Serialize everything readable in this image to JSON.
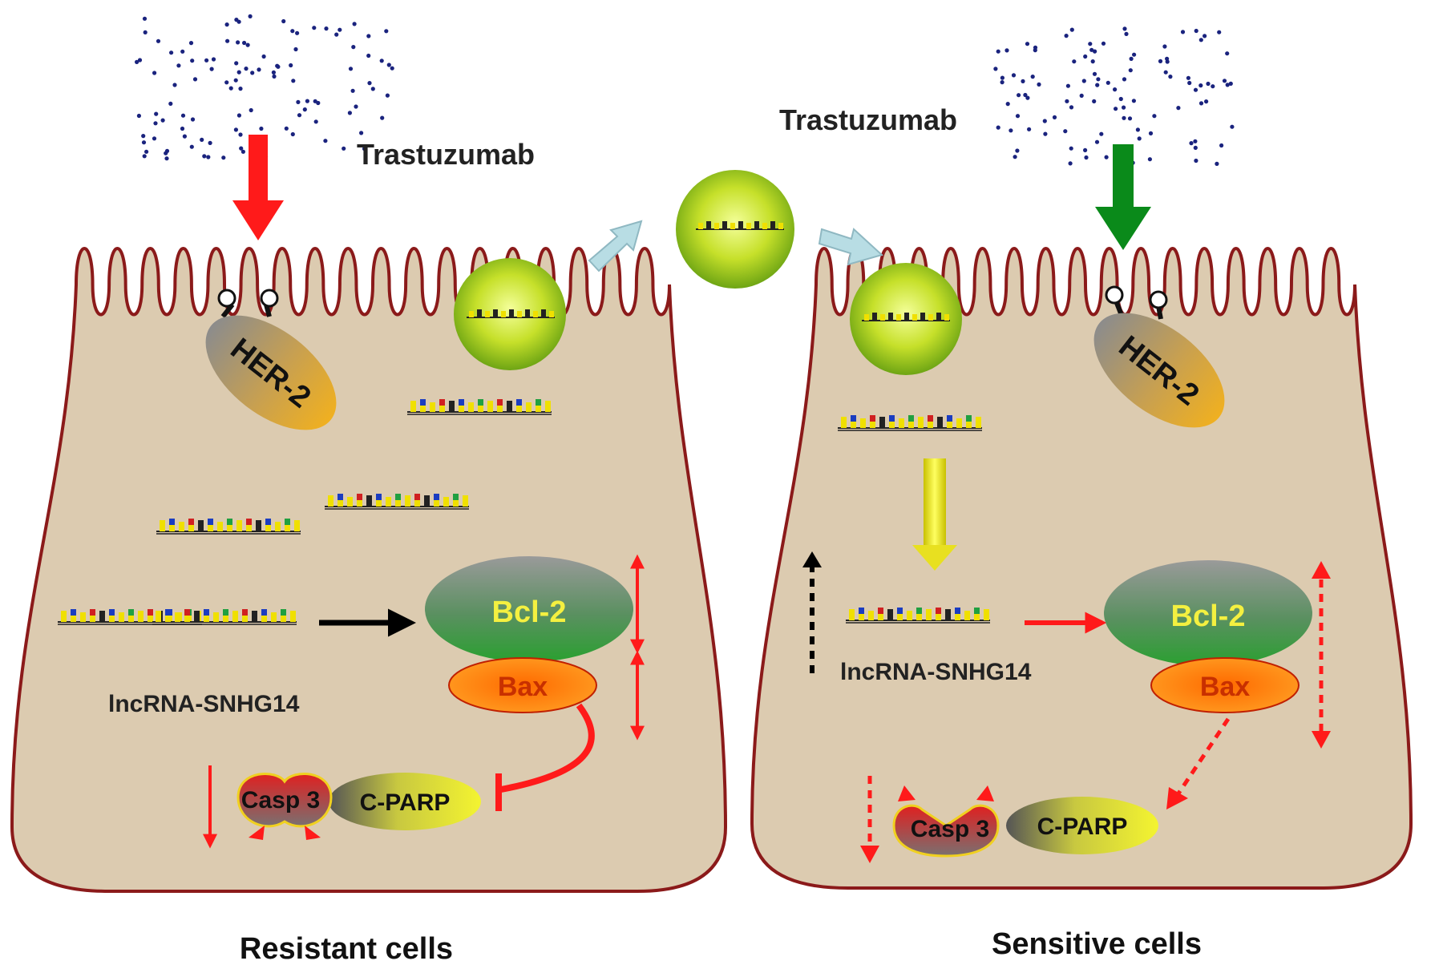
{
  "labels": {
    "drug_left": "Trastuzumab",
    "drug_right": "Trastuzumab",
    "receptor_left": "HER-2",
    "receptor_right": "HER-2",
    "lnc_left": "lncRNA-SNHG14",
    "lnc_right": "lncRNA-SNHG14",
    "bcl2_left": "Bcl-2",
    "bcl2_right": "Bcl-2",
    "bax_left": "Bax",
    "bax_right": "Bax",
    "casp_left": "Casp 3",
    "casp_right": "Casp 3",
    "cparp_left": "C-PARP",
    "cparp_right": "C-PARP",
    "caption_left": "Resistant cells",
    "caption_right": "Sensitive cells"
  },
  "colors": {
    "cell_fill": "#dccbb0",
    "cell_border": "#8b1a1a",
    "resistant_arrow": "#ff1a1a",
    "sensitive_arrow": "#0a8a1a",
    "exosome": "#b8d820",
    "transfer_arrow": "#b8dde4",
    "dots": "#1a237e"
  }
}
